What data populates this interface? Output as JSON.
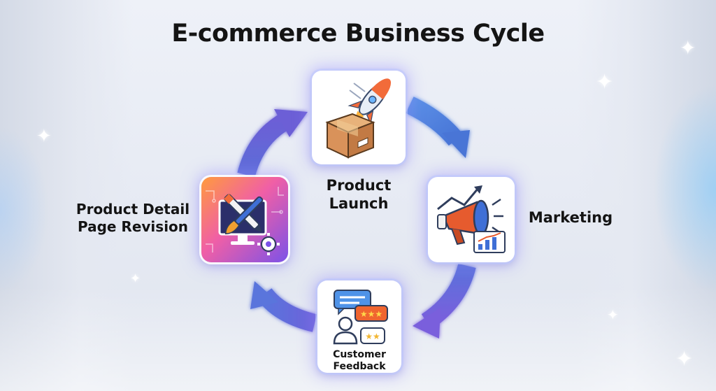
{
  "title": "E-commerce Business Cycle",
  "stages": [
    {
      "id": "launch",
      "label_lines": [
        "Product",
        "Launch"
      ],
      "icon": "rocket-box-icon"
    },
    {
      "id": "marketing",
      "label_lines": [
        "Marketing"
      ],
      "icon": "megaphone-chart-icon"
    },
    {
      "id": "feedback",
      "label_lines": [
        "Customer",
        "Feedback"
      ],
      "icon": "review-chat-icon"
    },
    {
      "id": "revision",
      "label_lines": [
        "Product Detail",
        "Page Revision"
      ],
      "icon": "design-tools-icon"
    }
  ],
  "colors": {
    "arrow_blue": "#4f7fdc",
    "arrow_purple": "#6a5fd8",
    "card_glow": "#9a8cff",
    "title_text": "#141414"
  }
}
